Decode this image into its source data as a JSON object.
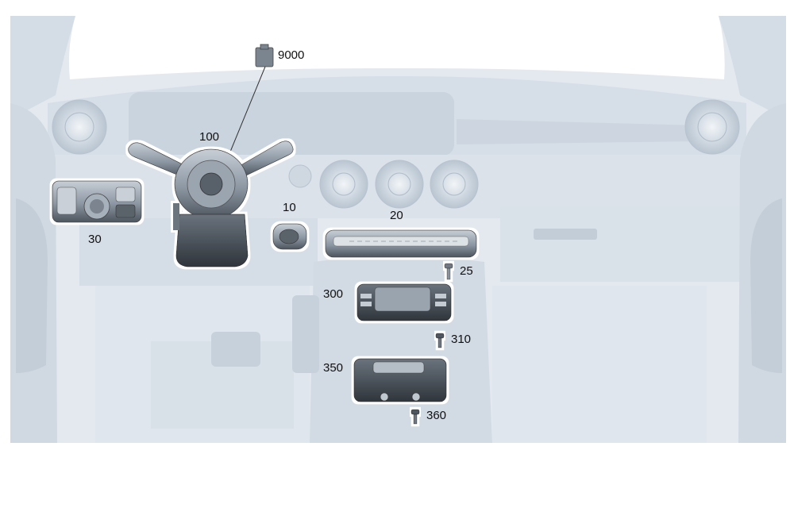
{
  "callouts": {
    "c9000": "9000",
    "c100": "100",
    "c10": "10",
    "c20": "20",
    "c30": "30",
    "c25": "25",
    "c300": "300",
    "c310": "310",
    "c350": "350",
    "c360": "360"
  },
  "colors": {
    "background_interior": "#e3e9ef",
    "interior_shade": "#d2dbe4",
    "interior_line": "#b7c3cf",
    "part_fill": "#8f9aa6",
    "part_dark": "#3e454c",
    "part_outline": "#ffffff",
    "label_text": "#111111"
  }
}
